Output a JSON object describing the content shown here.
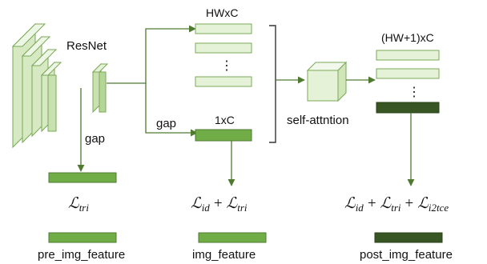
{
  "labels": {
    "resnet": "ResNet",
    "gap_left": "gap",
    "gap_mid": "gap",
    "hwxc": "HWxC",
    "onexc": "1xC",
    "self_attention": "self-attntion",
    "hw1xc": "(HW+1)xC",
    "dots": "⋮"
  },
  "losses": {
    "left": {
      "l1": "ℒ",
      "s1": "tri"
    },
    "middle": {
      "l1": "ℒ",
      "s1": "id",
      "plus1": "+",
      "l2": "ℒ",
      "s2": "tri"
    },
    "right": {
      "l1": "ℒ",
      "s1": "id",
      "plus1": "+",
      "l2": "ℒ",
      "s2": "tri",
      "plus2": "+",
      "l3": "ℒ",
      "s3": "i2tce"
    }
  },
  "features": {
    "pre": "pre_img_feature",
    "img": "img_feature",
    "post": "post_img_feature"
  },
  "colors": {
    "light_fill": "#e6f2d8",
    "light_stroke": "#7aa956",
    "mid_fill": "#70ad47",
    "dark_fill": "#375623",
    "arrow": "#4f7a30",
    "bracket": "#333333"
  }
}
